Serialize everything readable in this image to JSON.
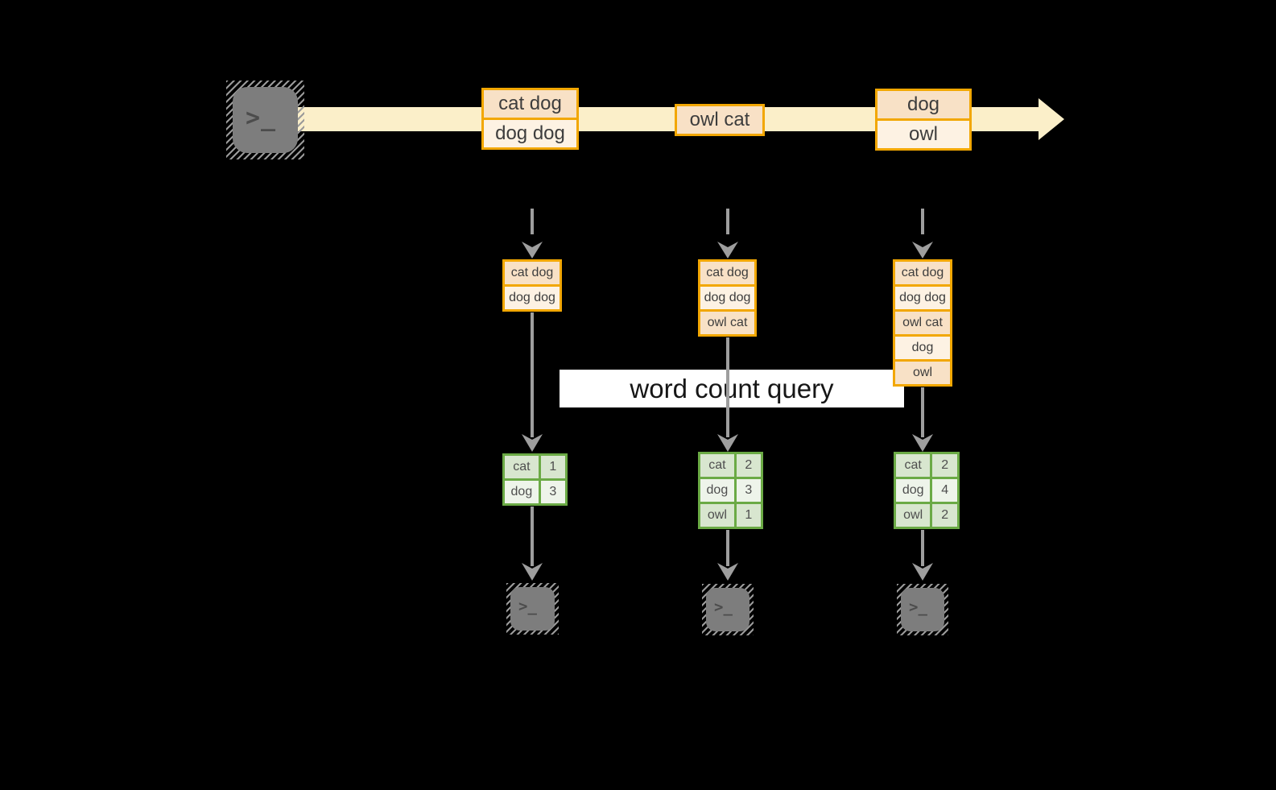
{
  "diagram": {
    "query_label": "word count query",
    "terminal_prompt": ">_",
    "stream_batches": [
      {
        "lines": [
          "cat dog",
          "dog dog"
        ]
      },
      {
        "lines": [
          "owl cat"
        ]
      },
      {
        "lines": [
          "dog",
          "owl"
        ]
      }
    ],
    "columns": [
      {
        "input_lines": [
          "cat dog",
          "dog dog"
        ],
        "word_counts": [
          {
            "word": "cat",
            "count": "1"
          },
          {
            "word": "dog",
            "count": "3"
          }
        ]
      },
      {
        "input_lines": [
          "cat dog",
          "dog dog",
          "owl cat"
        ],
        "word_counts": [
          {
            "word": "cat",
            "count": "2"
          },
          {
            "word": "dog",
            "count": "3"
          },
          {
            "word": "owl",
            "count": "1"
          }
        ]
      },
      {
        "input_lines": [
          "cat dog",
          "dog dog",
          "owl cat",
          "dog",
          "owl"
        ],
        "word_counts": [
          {
            "word": "cat",
            "count": "2"
          },
          {
            "word": "dog",
            "count": "4"
          },
          {
            "word": "owl",
            "count": "2"
          }
        ]
      }
    ],
    "colors": {
      "background": "#000000",
      "stream_arrow": "#FBEFC9",
      "orange_border": "#F2A702",
      "peach_dark": "#F8E1C6",
      "peach_light": "#FDF2E3",
      "green_border": "#6BAA45",
      "green_dark": "#D8E6CF",
      "green_light": "#EEF4EA",
      "arrow_gray": "#9E9E9E",
      "terminal_gray": "#7D7D7D",
      "query_bg": "#FFFFFF",
      "query_text": "#161616"
    }
  }
}
